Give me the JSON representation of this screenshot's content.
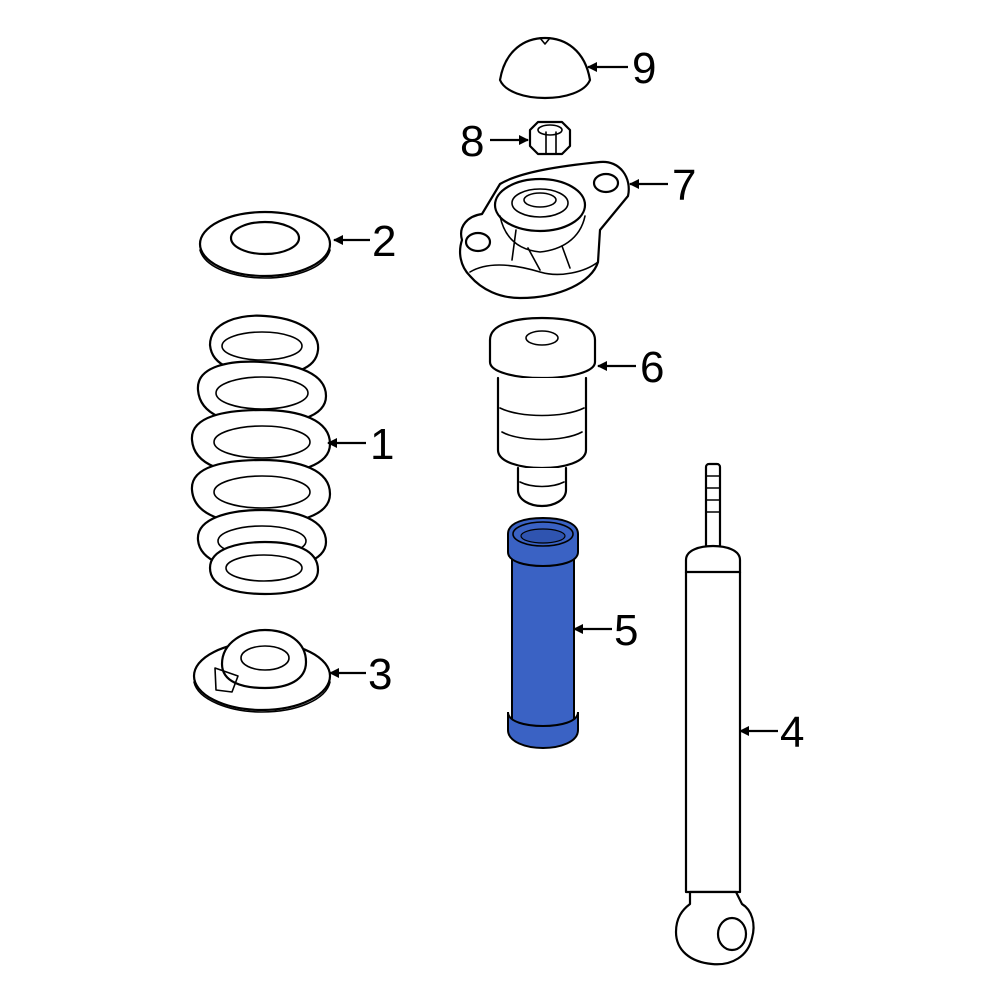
{
  "diagram": {
    "highlight_color": "#3a62c4",
    "outline_color": "#000000",
    "background_color": "#ffffff",
    "highlighted_part": "5",
    "callouts": [
      {
        "id": "c1",
        "label": "1"
      },
      {
        "id": "c2",
        "label": "2"
      },
      {
        "id": "c3",
        "label": "3"
      },
      {
        "id": "c4",
        "label": "4"
      },
      {
        "id": "c5",
        "label": "5"
      },
      {
        "id": "c6",
        "label": "6"
      },
      {
        "id": "c7",
        "label": "7"
      },
      {
        "id": "c8",
        "label": "8"
      },
      {
        "id": "c9",
        "label": "9"
      }
    ]
  }
}
